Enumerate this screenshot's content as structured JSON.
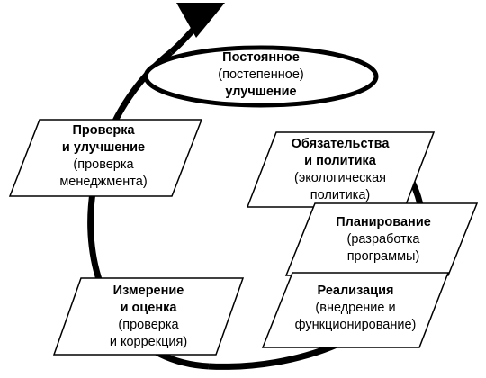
{
  "center": {
    "line1": "Постоянное",
    "line2": "(постепенное)",
    "line3": "улучшение"
  },
  "stages": {
    "check": {
      "title1": "Проверка",
      "title2": "и улучшение",
      "sub1": "(проверка",
      "sub2": "менеджмента)"
    },
    "commitment": {
      "title1": "Обязательства",
      "title2": "и политика",
      "sub1": "(экологическая",
      "sub2": "политика)"
    },
    "planning": {
      "title1": "Планирование",
      "sub1": "(разработка",
      "sub2": "программы)"
    },
    "implementation": {
      "title1": "Реализация",
      "sub1": "(внедрение и",
      "sub2": "функционирование)"
    },
    "measurement": {
      "title1": "Измерение",
      "title2": "и оценка",
      "sub1": "(проверка",
      "sub2": "и коррекция)"
    }
  },
  "colors": {
    "stroke": "#000000",
    "fill": "#ffffff"
  }
}
